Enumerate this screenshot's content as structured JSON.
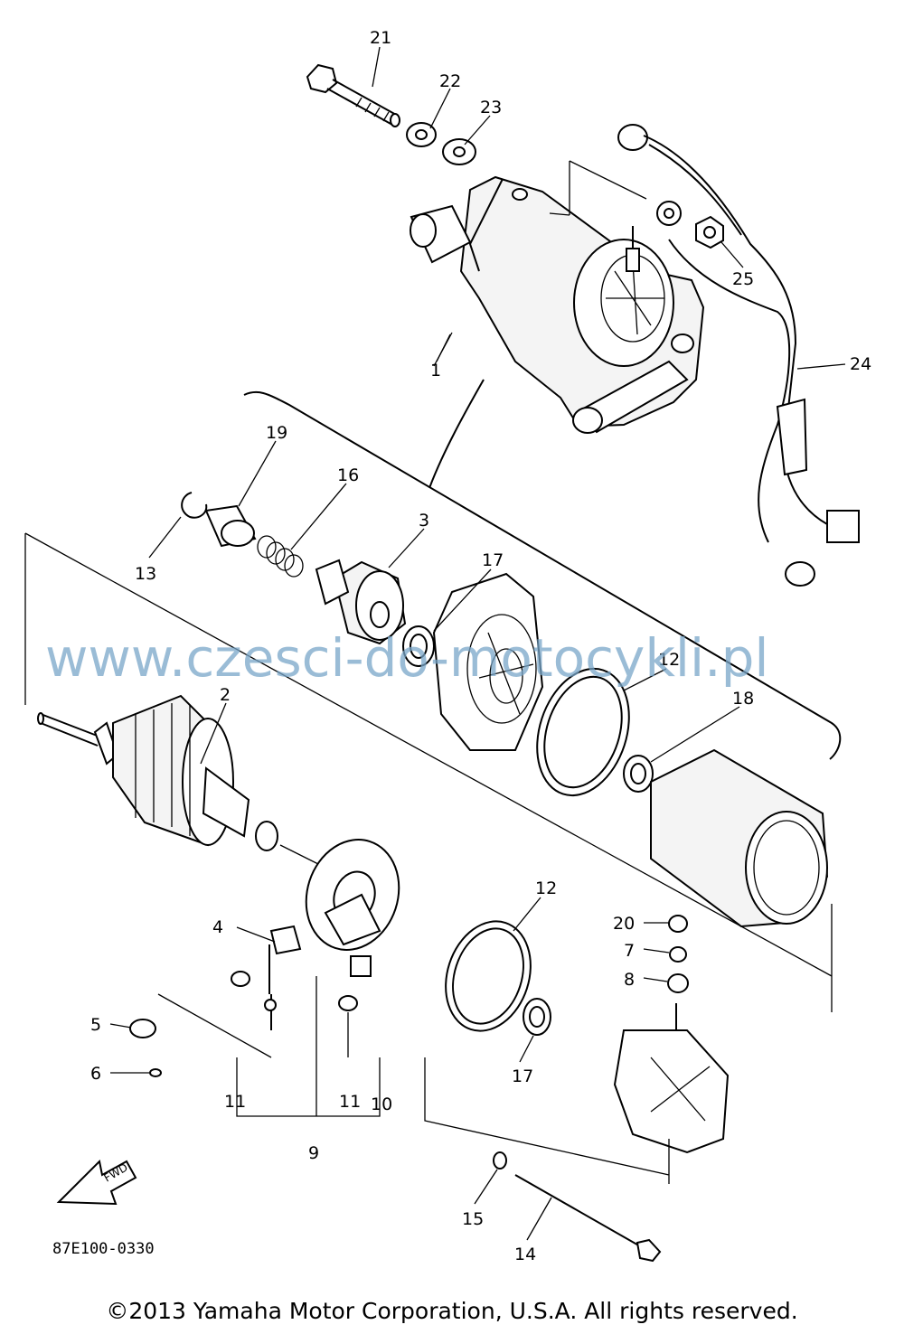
{
  "diagram": {
    "drawing_code": "87E100-0330",
    "fwd_label": "FWD",
    "part_numbers": [
      "21",
      "22",
      "23",
      "25",
      "24",
      "1",
      "19",
      "16",
      "13",
      "3",
      "17",
      "12",
      "2",
      "18",
      "4",
      "20",
      "7",
      "8",
      "5",
      "6",
      "11",
      "11",
      "10",
      "9",
      "12",
      "17",
      "15",
      "14"
    ]
  },
  "watermark": "www.czesci-do-motocykli.pl",
  "copyright": "©2013 Yamaha Motor Corporation, U.S.A. All rights reserved."
}
